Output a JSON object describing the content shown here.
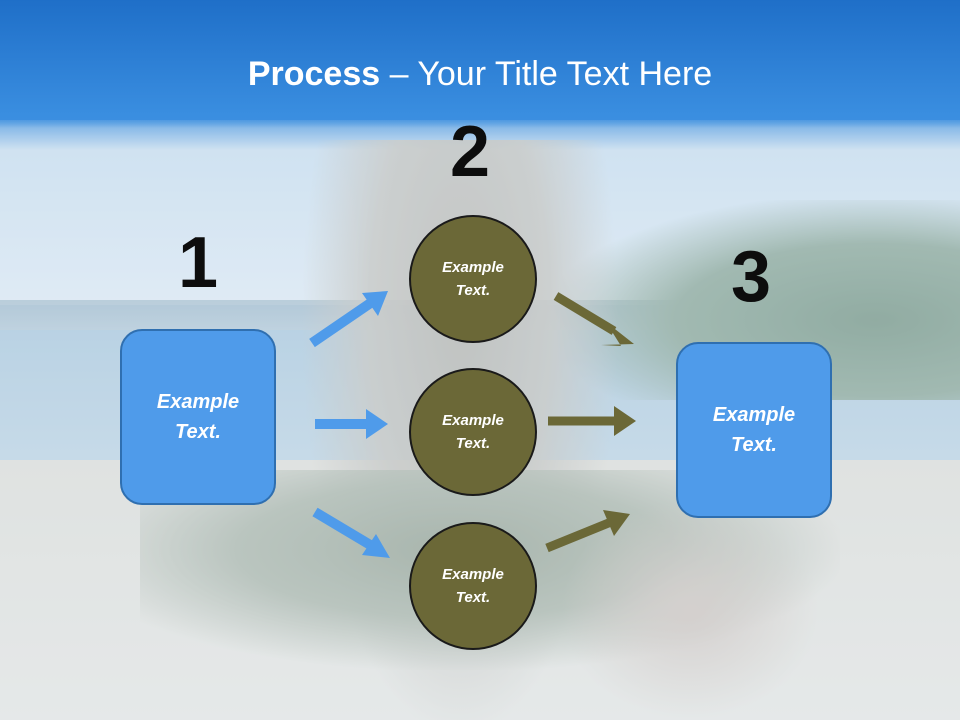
{
  "title": {
    "bold": "Process",
    "rest": " – Your Title Text Here"
  },
  "steps": {
    "one": {
      "number": "1",
      "text": "Example Text."
    },
    "two": {
      "number": "2"
    },
    "three": {
      "number": "3",
      "text": "Example Text."
    }
  },
  "circles": [
    {
      "text": "Example Text."
    },
    {
      "text": "Example Text."
    },
    {
      "text": "Example Text."
    }
  ],
  "colors": {
    "title_band": "#2a7bd2",
    "box_fill": "#4f9bea",
    "circle_fill": "#6b6837",
    "blue_arrow": "#4f9bea",
    "olive_arrow": "#6b6837"
  }
}
